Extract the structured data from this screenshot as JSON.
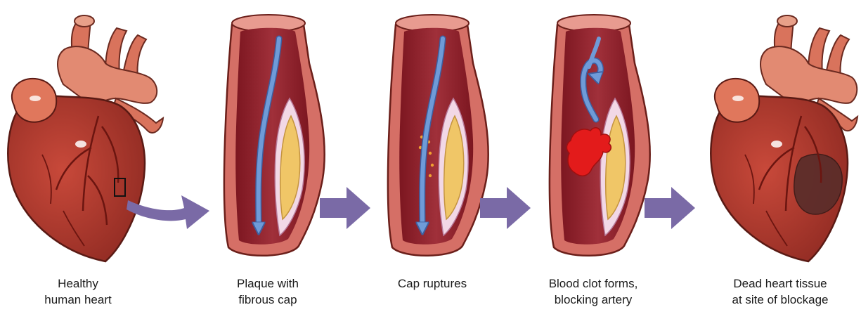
{
  "stages": [
    {
      "label_line1": "Healthy",
      "label_line2": "human heart"
    },
    {
      "label_line1": "Plaque with",
      "label_line2": "fibrous cap"
    },
    {
      "label_line1": "Cap ruptures",
      "label_line2": ""
    },
    {
      "label_line1": "Blood clot forms,",
      "label_line2": "blocking artery"
    },
    {
      "label_line1": "Dead heart tissue",
      "label_line2": "at site of blockage"
    }
  ],
  "colors": {
    "heart_body": "#b83a2e",
    "heart_light": "#d9735c",
    "artery_wall": "#cf6b63",
    "artery_lumen": "#8e1c26",
    "plaque": "#f0c667",
    "plaque_cap": "#f2d8e6",
    "blood_flow": "#6f9bd8",
    "clot": "#e31b1b",
    "dead_tissue": "#5a2d2a",
    "arrow": "#7a6aa6"
  }
}
